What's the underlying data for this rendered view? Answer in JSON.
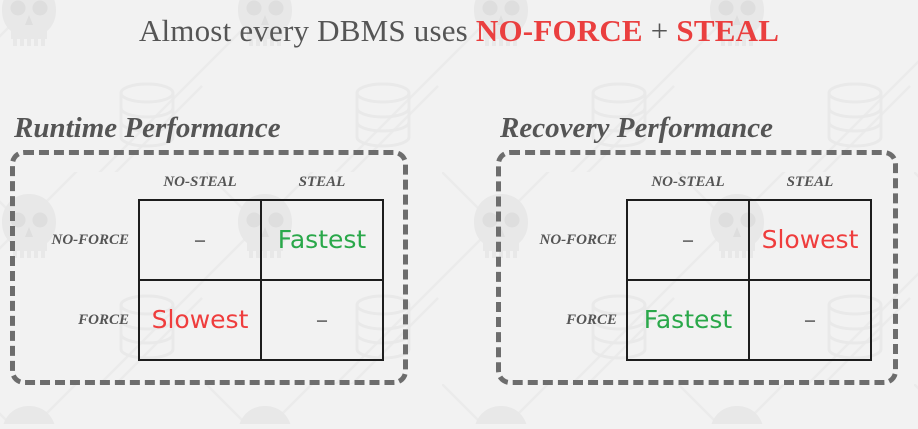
{
  "title": {
    "lead": "Almost every DBMS uses",
    "keyword_1": "NO-FORCE",
    "plus": "+",
    "keyword_2": "STEAL",
    "full_text": "Almost every DBMS uses NO-FORCE + STEAL"
  },
  "colors": {
    "background": "#f2f2f2",
    "text_gray": "#555555",
    "accent_red": "#ea3f3f",
    "fast_green": "#2aa84a",
    "slow_red": "#ef3d3d",
    "border_black": "#1d1d1d",
    "dashed_gray": "#6d6d6d"
  },
  "panels": [
    {
      "id": "runtime",
      "heading": "Runtime Performance",
      "column_headers": [
        "NO-STEAL",
        "STEAL"
      ],
      "row_headers": [
        "NO-FORCE",
        "FORCE"
      ],
      "cells": [
        [
          {
            "text": "–",
            "kind": "dash"
          },
          {
            "text": "Fastest",
            "kind": "fast"
          }
        ],
        [
          {
            "text": "Slowest",
            "kind": "slow"
          },
          {
            "text": "–",
            "kind": "dash"
          }
        ]
      ]
    },
    {
      "id": "recovery",
      "heading": "Recovery Performance",
      "column_headers": [
        "NO-STEAL",
        "STEAL"
      ],
      "row_headers": [
        "NO-FORCE",
        "FORCE"
      ],
      "cells": [
        [
          {
            "text": "–",
            "kind": "dash"
          },
          {
            "text": "Slowest",
            "kind": "slow"
          }
        ],
        [
          {
            "text": "Fastest",
            "kind": "fast"
          },
          {
            "text": "–",
            "kind": "dash"
          }
        ]
      ]
    }
  ],
  "watermark": {
    "icons": [
      "skull-icon",
      "database-cylinder-icon"
    ],
    "color": "#ededed"
  }
}
